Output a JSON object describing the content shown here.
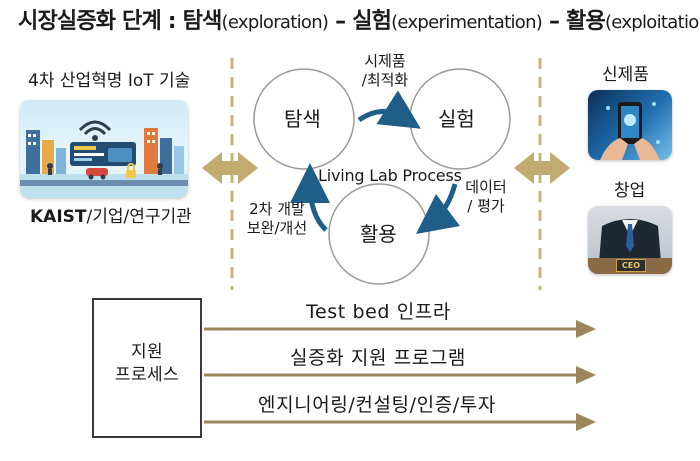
{
  "title": {
    "prefix": "시장실증화 단계 : ",
    "explore_kr": "탐색",
    "explore_en": "(exploration)",
    "dash1": " – ",
    "experiment_kr": "실험",
    "experiment_en": "(experimentation)",
    "dash2": " – ",
    "exploit_kr": "활용",
    "exploit_en": "(exploitation)"
  },
  "left_panel": {
    "heading": "4차 산업혁명 IoT 기술",
    "caption_bold": "KAIST",
    "caption_rest": "/기업/연구기관"
  },
  "center": {
    "stage_explore": "탐색",
    "stage_experiment": "실험",
    "stage_exploit": "활용",
    "process_label": "Living Lab Process",
    "step_top_line1": "시제품",
    "step_top_line2": "/최적화",
    "step_right_line1": "데이터",
    "step_right_line2": "/ 평가",
    "step_left_line1": "2차 개발",
    "step_left_line2": "보완/개선"
  },
  "right_panel": {
    "new_product": "신제품",
    "startup": "창업",
    "ceo_plate": "CEO"
  },
  "support": {
    "label_line1": "지원",
    "label_line2": "프로세스",
    "arrows": [
      "Test bed 인프라",
      "실증화 지원 프로그램",
      "엔지니어링/컨설팅/인증/투자"
    ]
  },
  "colors": {
    "divider": "#c9b37a",
    "double_arrow": "#c2ab6e",
    "loop_arrow": "#1f5f87",
    "support_arrow": "#9c875d",
    "circle_stroke": "#9a9a9a"
  },
  "icons": {
    "left_illustration": "iot-city-illustration",
    "new_product_image": "smartphone-hand-image",
    "startup_image": "ceo-businessman-image"
  }
}
